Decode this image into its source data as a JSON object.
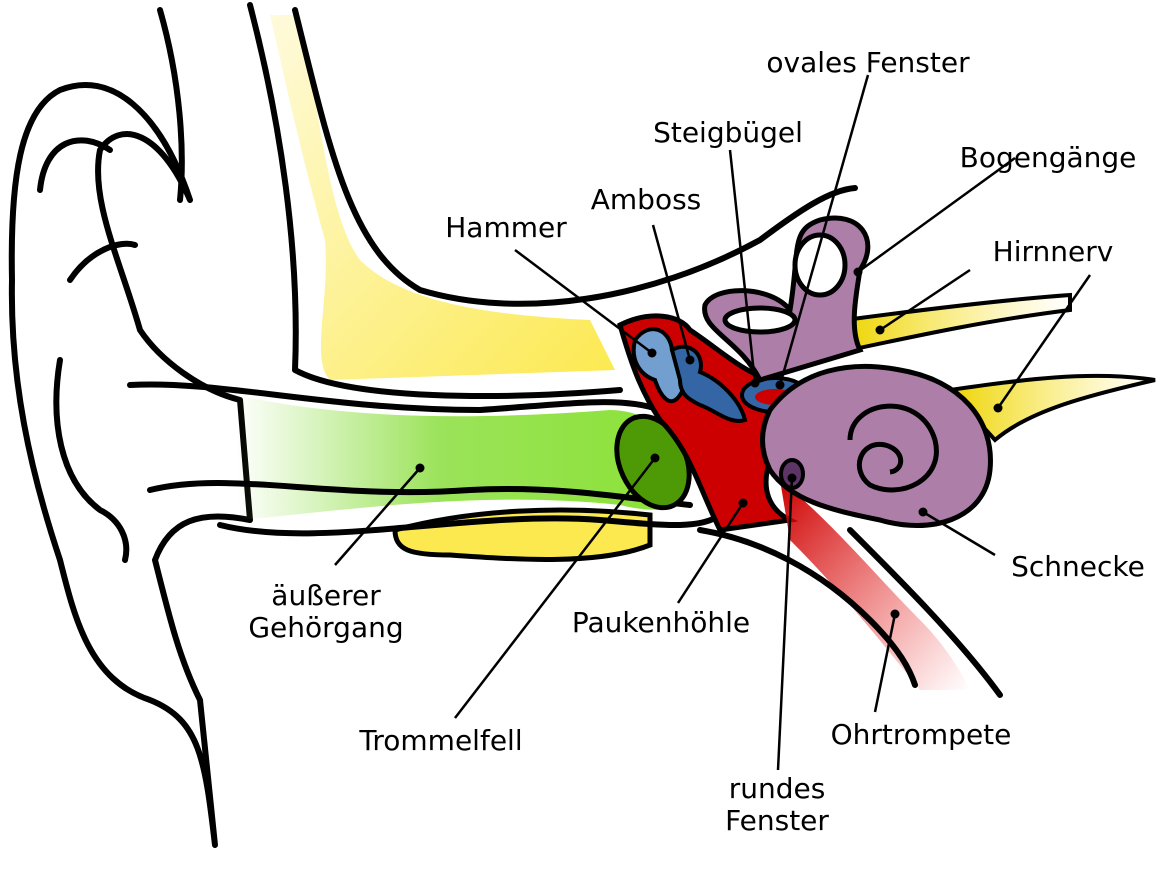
{
  "labels": {
    "ovales_fenster": "ovales Fenster",
    "steigbuegel": "Steigbügel",
    "bogengaenge": "Bogengänge",
    "amboss": "Amboss",
    "hammer": "Hammer",
    "hirnnerv": "Hirnnerv",
    "gehoergang_line1": "äußerer",
    "gehoergang_line2": "Gehörgang",
    "trommelfell": "Trommelfell",
    "paukenhoehle": "Paukenhöhle",
    "rundes_fenster_line1": "rundes",
    "rundes_fenster_line2": "Fenster",
    "ohrtrompete": "Ohrtrompete",
    "schnecke": "Schnecke"
  },
  "colors": {
    "ear_canal": "#9be35a",
    "eardrum": "#4e9a06",
    "bone": "#fce94f",
    "tympanic_cavity": "#cc0000",
    "ossicles_hammer": "#729fcf",
    "ossicles_stapes": "#3465a4",
    "inner_ear": "#ad7fa8",
    "nerve": "#edd400"
  }
}
